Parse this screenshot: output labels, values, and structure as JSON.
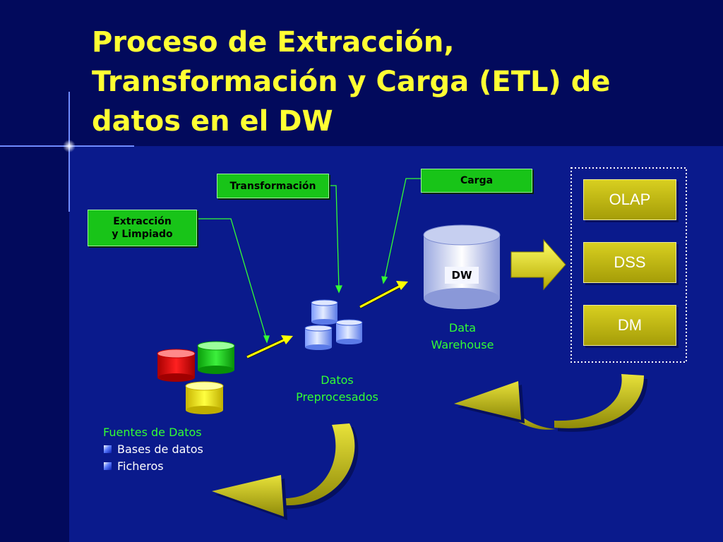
{
  "slide": {
    "title_lines": [
      "Proceso de Extracción,",
      "Transformación y Carga (ETL) de",
      "datos en el DW"
    ],
    "colors": {
      "background_dark": "#020a5c",
      "background_main": "#0a1a8c",
      "title": "#ffff33",
      "label_box": "#18c418",
      "caption_text": "#33ff33",
      "tool_box": "#c8bf12"
    }
  },
  "stages": {
    "extraction_line1": "Extracción",
    "extraction_line2": "y Limpiado",
    "transformation": "Transformación",
    "load": "Carga"
  },
  "nodes": {
    "sources_heading": "Fuentes de Datos",
    "sources_items": [
      "Bases de datos",
      "Ficheros"
    ],
    "preprocessed_line1": "Datos",
    "preprocessed_line2": "Preprocesados",
    "dw_label": "DW",
    "dw_caption_line1": "Data",
    "dw_caption_line2": "Warehouse"
  },
  "tools": [
    "OLAP",
    "DSS",
    "DM"
  ],
  "icons": [
    "database-cylinder-icon",
    "arrow-icon",
    "curved-arrow-icon",
    "bullet-square-icon"
  ]
}
